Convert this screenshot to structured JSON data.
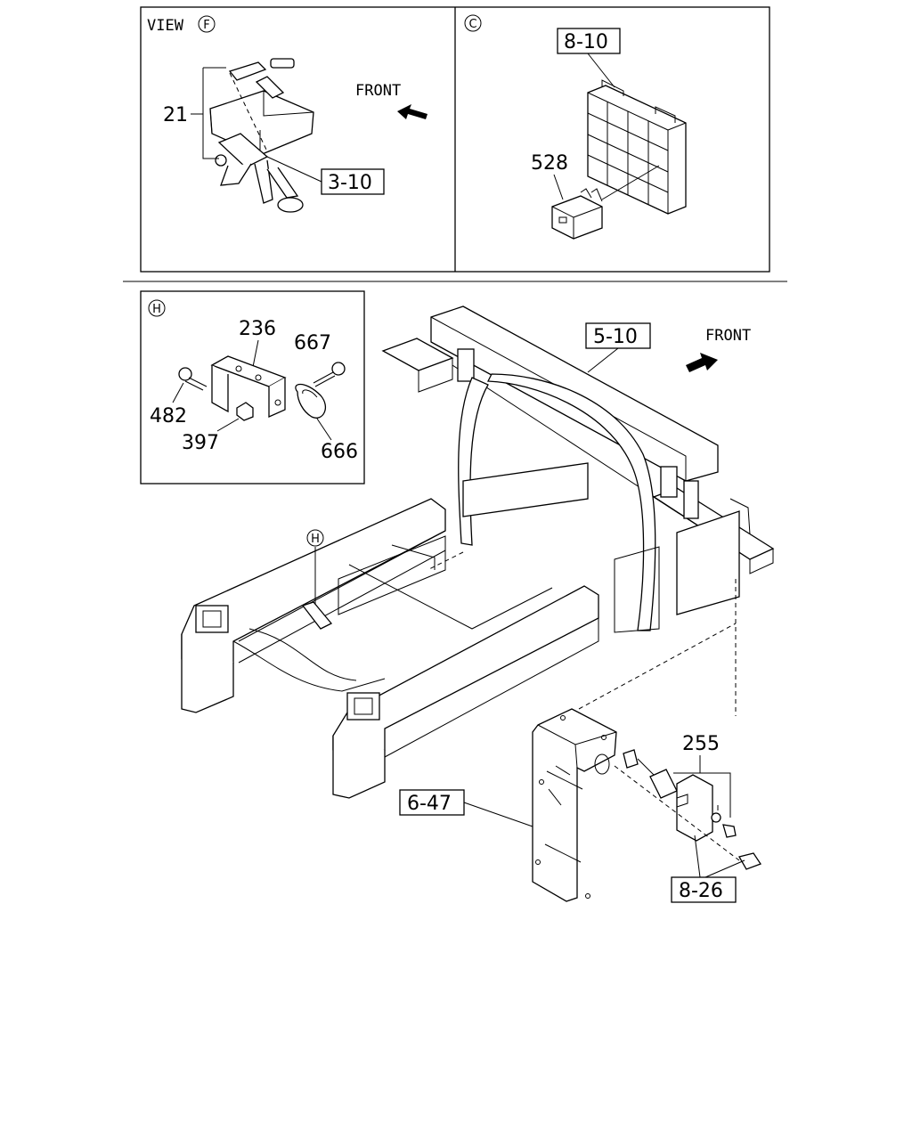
{
  "panel_f": {
    "view_label": "VIEW",
    "view_id": "F",
    "front_label": "FRONT",
    "callout_21": "21",
    "ref_3_10": "3-10"
  },
  "panel_c": {
    "panel_id": "C",
    "ref_8_10": "8-10",
    "callout_528": "528"
  },
  "panel_h": {
    "panel_id": "H",
    "callout_236": "236",
    "callout_667": "667",
    "callout_482": "482",
    "callout_397": "397",
    "callout_666": "666"
  },
  "main": {
    "ref_5_10": "5-10",
    "front_label": "FRONT",
    "marker_h": "H",
    "callout_255": "255",
    "ref_6_47": "6-47",
    "ref_8_26": "8-26"
  }
}
